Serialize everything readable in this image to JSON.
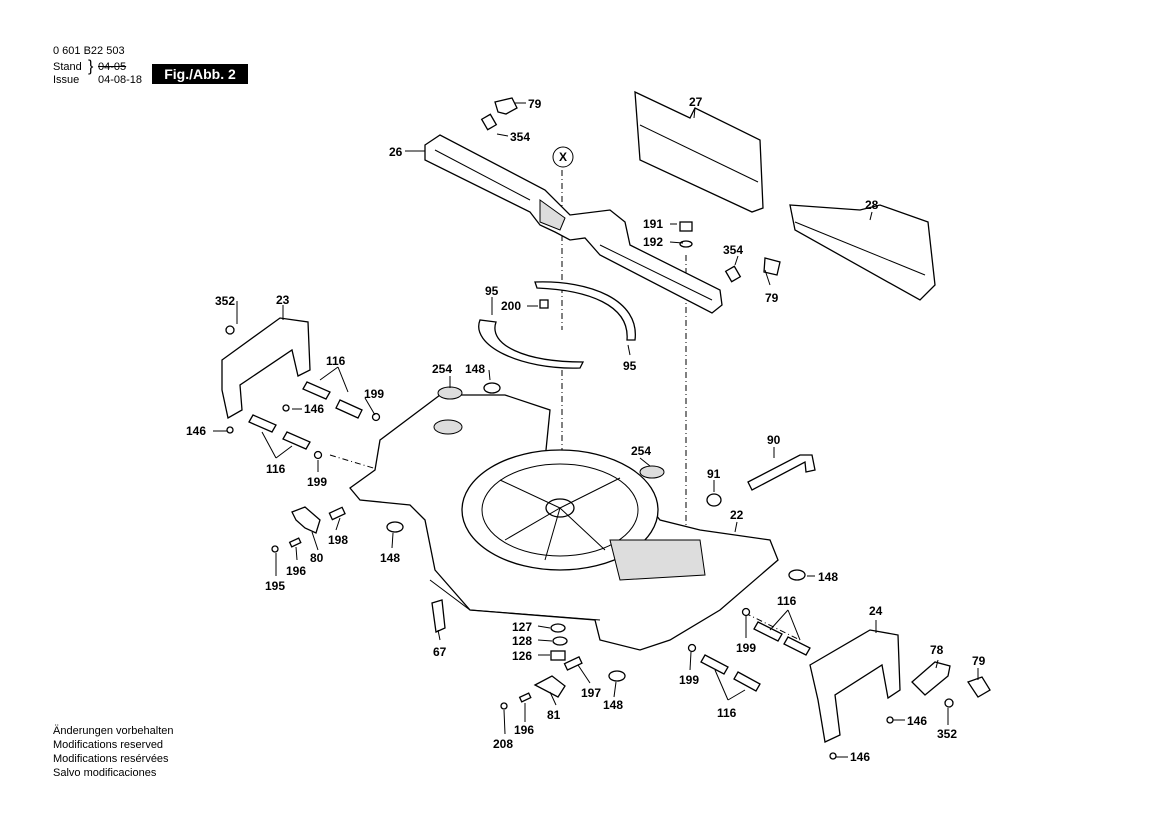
{
  "header": {
    "part_number": "0 601 B22 503",
    "stand_label": "Stand",
    "issue_label": "Issue",
    "date_old": "04-05",
    "date_new": "04-08-18",
    "figure": "Fig./Abb. 2"
  },
  "notes": [
    "Änderungen vorbehalten",
    "Modifications reserved",
    "Modifications resérvées",
    "Salvo modificaciones"
  ],
  "callouts": {
    "c79a": "79",
    "c354a": "354",
    "c26": "26",
    "cX": "X",
    "c27": "27",
    "c28": "28",
    "c191": "191",
    "c192": "192",
    "c354b": "354",
    "c79b": "79",
    "c95a": "95",
    "c200": "200",
    "c95b": "95",
    "c352a": "352",
    "c23": "23",
    "c116a": "116",
    "c199a": "199",
    "c146a": "146",
    "c146b": "146",
    "c116b": "116",
    "c199b": "199",
    "c254a": "254",
    "c148a": "148",
    "c254b": "254",
    "c90": "90",
    "c91": "91",
    "c22": "22",
    "c198": "198",
    "c80": "80",
    "c196a": "196",
    "c195": "195",
    "c148b": "148",
    "c148c": "148",
    "c116c": "116",
    "c24": "24",
    "c199c": "199",
    "c127": "127",
    "c128": "128",
    "c126": "126",
    "c67": "67",
    "c199d": "199",
    "c116d": "116",
    "c78": "78",
    "c79c": "79",
    "c146c": "146",
    "c352b": "352",
    "c197": "197",
    "c148d": "148",
    "c81": "81",
    "c196b": "196",
    "c208": "208",
    "c146d": "146"
  }
}
